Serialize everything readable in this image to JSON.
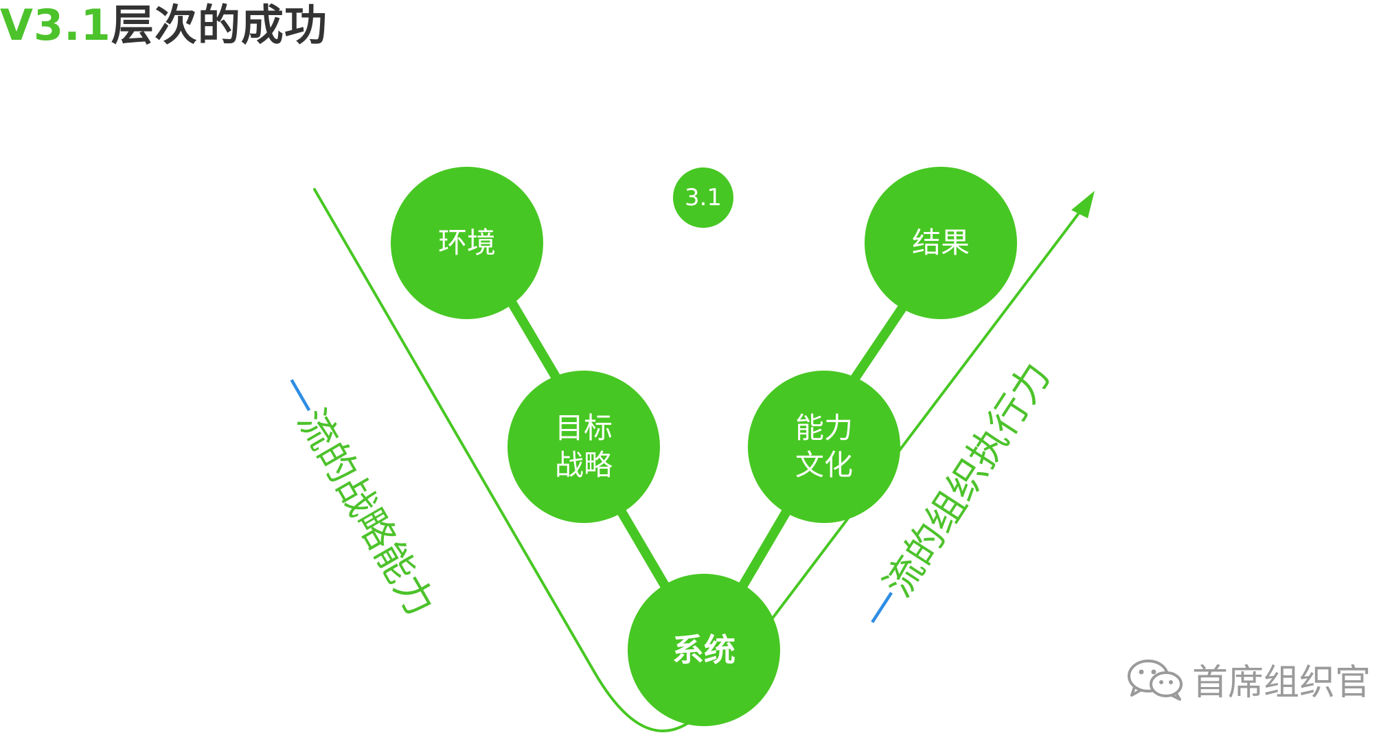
{
  "title": {
    "version": "V3.1",
    "text": "层次的成功"
  },
  "badge": "3.1",
  "nodes": {
    "environment": [
      "环境"
    ],
    "goal_strategy": [
      "目标",
      "战略"
    ],
    "system": [
      "系统"
    ],
    "capability_culture": [
      "能力",
      "文化"
    ],
    "result": [
      "结果"
    ]
  },
  "left_label": {
    "dash": "一",
    "text": "流的战略能力"
  },
  "right_label": {
    "dash": "一",
    "text": "流的组织执行力"
  },
  "watermark": "首席组织官",
  "colors": {
    "green": "#47c723",
    "title_green": "#4cc22b",
    "blue": "#2f8de4",
    "title_dark": "#333333",
    "gray": "#9a9a9a"
  }
}
